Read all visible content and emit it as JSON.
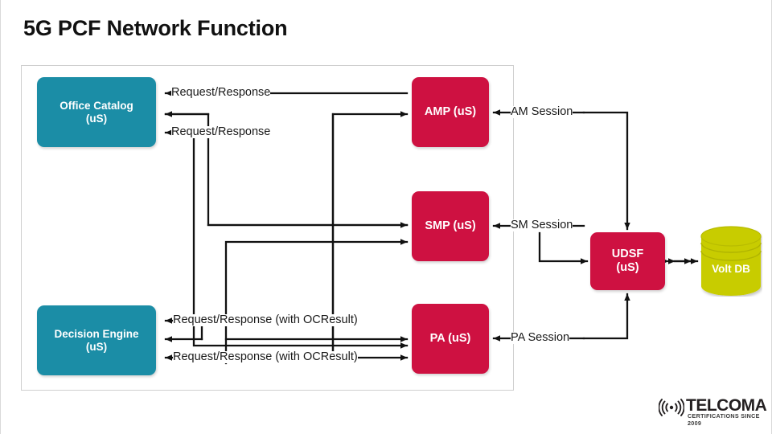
{
  "slide": {
    "title": "5G PCF Network Function"
  },
  "nodes": {
    "office_catalog": {
      "line1": "Office Catalog",
      "line2": "(uS)",
      "color": "#1B8DA6"
    },
    "decision_engine": {
      "line1": "Decision Engine",
      "line2": "(uS)",
      "color": "#1B8DA6"
    },
    "amp": {
      "label": "AMP (uS)",
      "color": "#CE1141"
    },
    "smp": {
      "label": "SMP (uS)",
      "color": "#CE1141"
    },
    "pa": {
      "label": "PA (uS)",
      "color": "#CE1141"
    },
    "udsf": {
      "line1": "UDSF",
      "line2": "(uS)",
      "color": "#CE1141"
    },
    "voltdb": {
      "label": "Volt DB",
      "color": "#C8CC00"
    }
  },
  "edge_labels": {
    "oc_amp_request": "Request/Response",
    "oc_smp_request": "Request/Response",
    "de_request_1": "Request/Response (with OCResult)",
    "de_request_2": "Request/Response (with OCResult)",
    "am_session": "AM Session",
    "sm_session": "SM Session",
    "pa_session": "PA Session"
  },
  "logo": {
    "name": "TELCOMA",
    "tagline": "CERTIFICATIONS SINCE 2009"
  }
}
